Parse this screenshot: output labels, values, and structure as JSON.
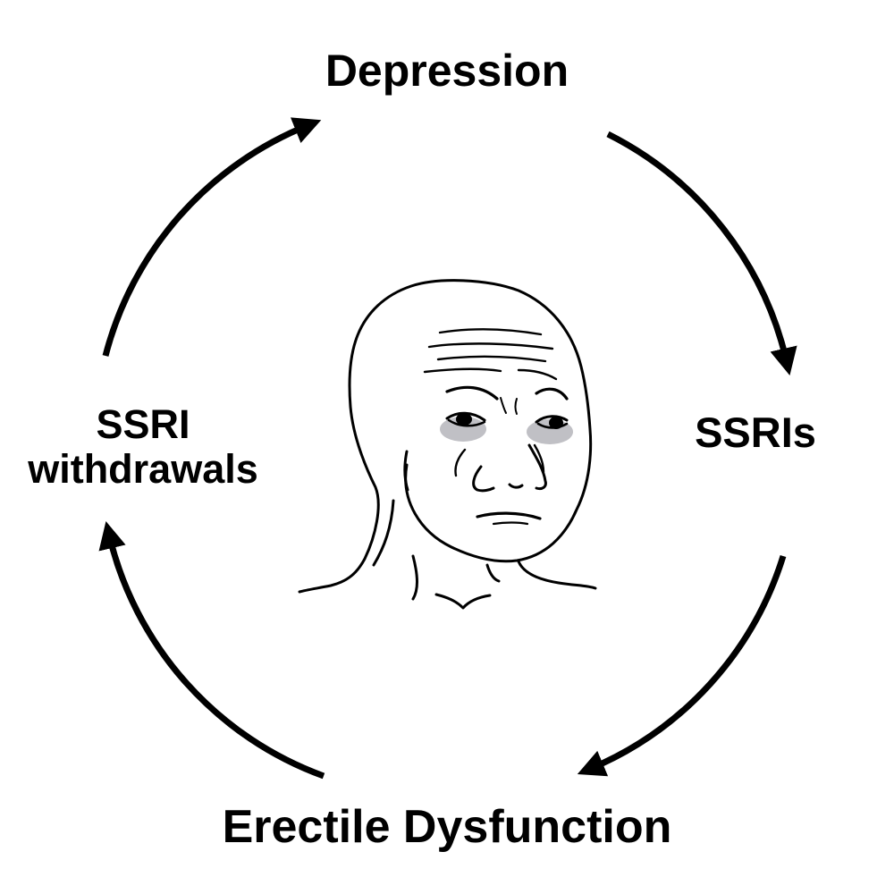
{
  "cycle": {
    "nodes": [
      {
        "id": "depression",
        "label": "Depression"
      },
      {
        "id": "ssris",
        "label": "SSRIs"
      },
      {
        "id": "ed",
        "label": "Erectile Dysfunction"
      },
      {
        "id": "withdrawals",
        "label_line1": "SSRI",
        "label_line2": "withdrawals"
      }
    ],
    "direction": "clockwise",
    "arrow_color": "#000000"
  },
  "center_image": {
    "subject": "sad-wojak-face-icon",
    "eye_shadow_color": "#8c8c96"
  }
}
